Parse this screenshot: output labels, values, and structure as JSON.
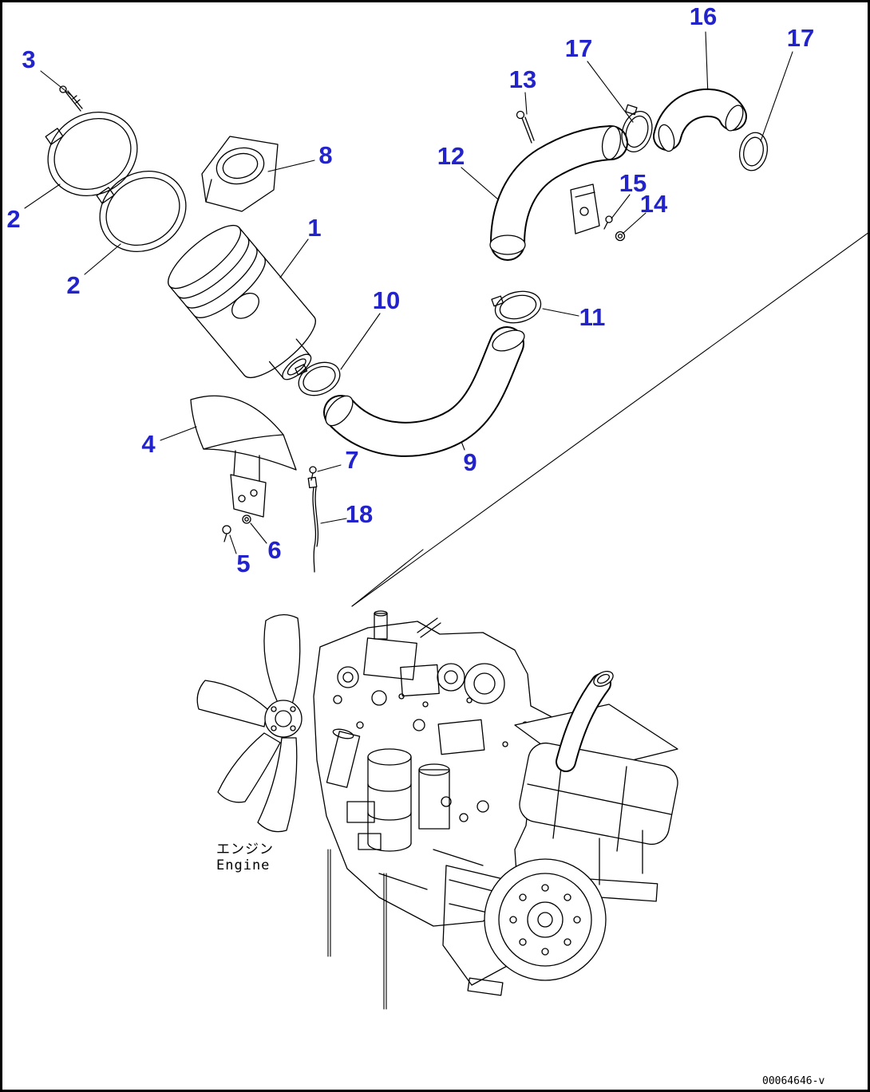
{
  "diagram": {
    "doc_id": "00064646-v",
    "engine_caption_jp": "エンジン",
    "engine_caption_en": "Engine",
    "label_color": "#2323cb",
    "line_color": "#000000",
    "background_color": "#ffffff",
    "part_labels": [
      {
        "text": "3"
      },
      {
        "text": "2"
      },
      {
        "text": "2"
      },
      {
        "text": "8"
      },
      {
        "text": "1"
      },
      {
        "text": "10"
      },
      {
        "text": "13"
      },
      {
        "text": "17"
      },
      {
        "text": "16"
      },
      {
        "text": "17"
      },
      {
        "text": "12"
      },
      {
        "text": "15"
      },
      {
        "text": "14"
      },
      {
        "text": "11"
      },
      {
        "text": "9"
      },
      {
        "text": "4"
      },
      {
        "text": "7"
      },
      {
        "text": "18"
      },
      {
        "text": "6"
      },
      {
        "text": "5"
      }
    ]
  }
}
